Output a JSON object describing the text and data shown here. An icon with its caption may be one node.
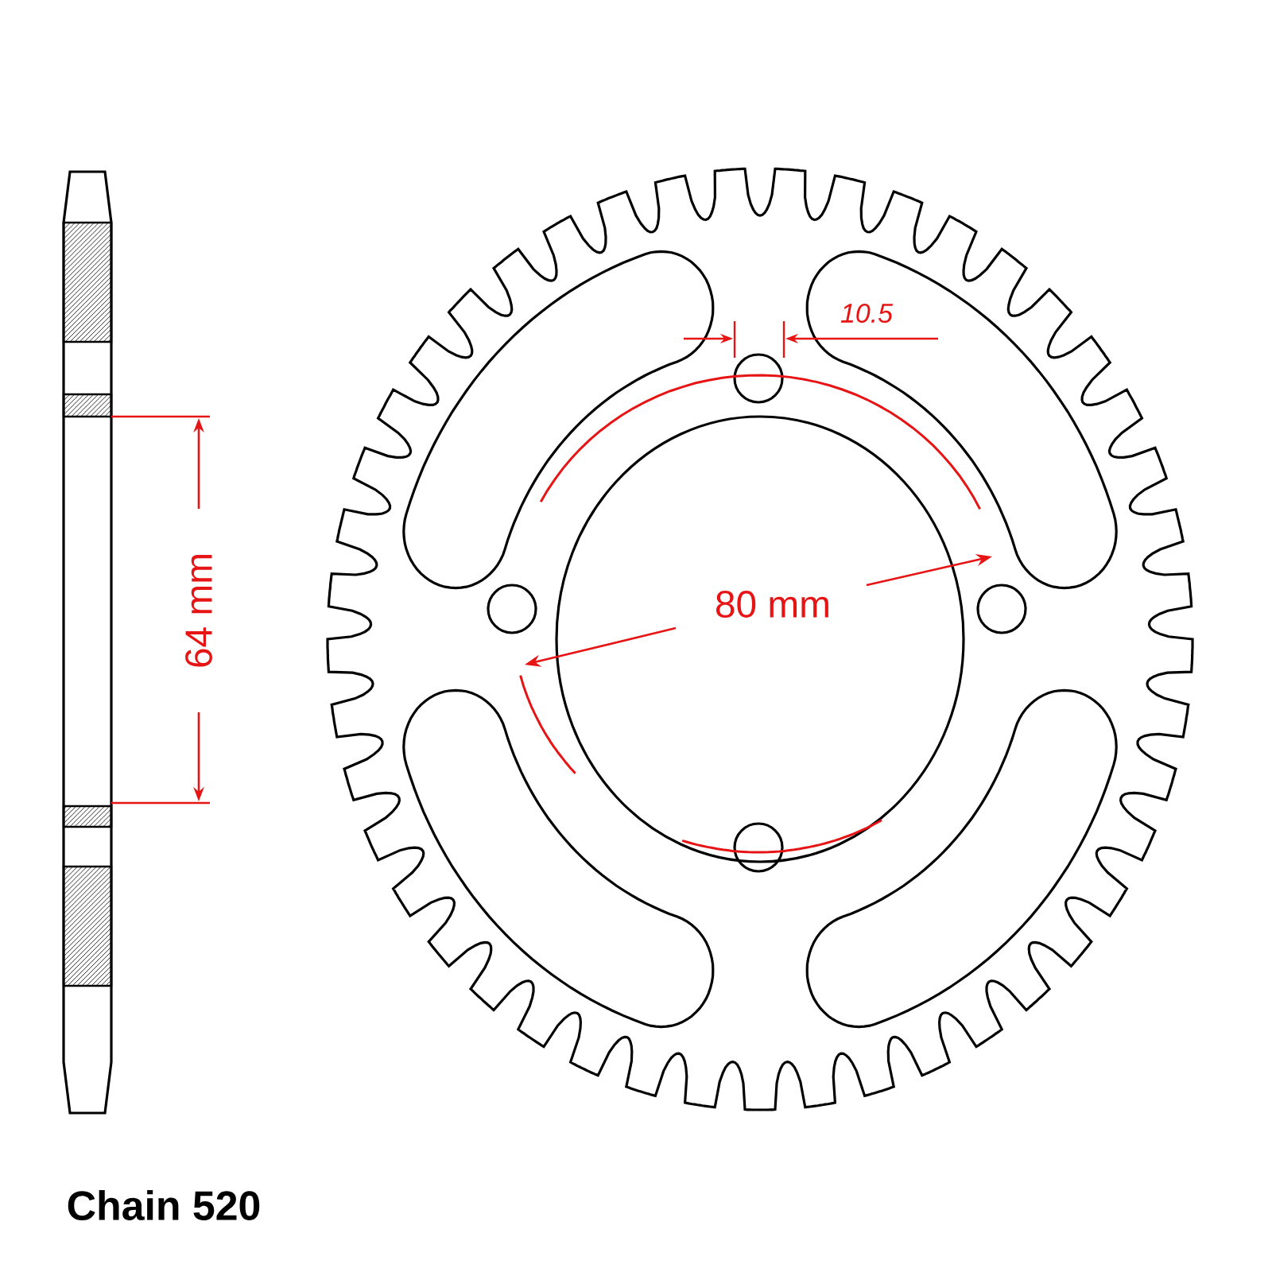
{
  "diagram": {
    "labels": [
      "10.5",
      "64 mm",
      "80 mm",
      "Chain 520"
    ]
  }
}
